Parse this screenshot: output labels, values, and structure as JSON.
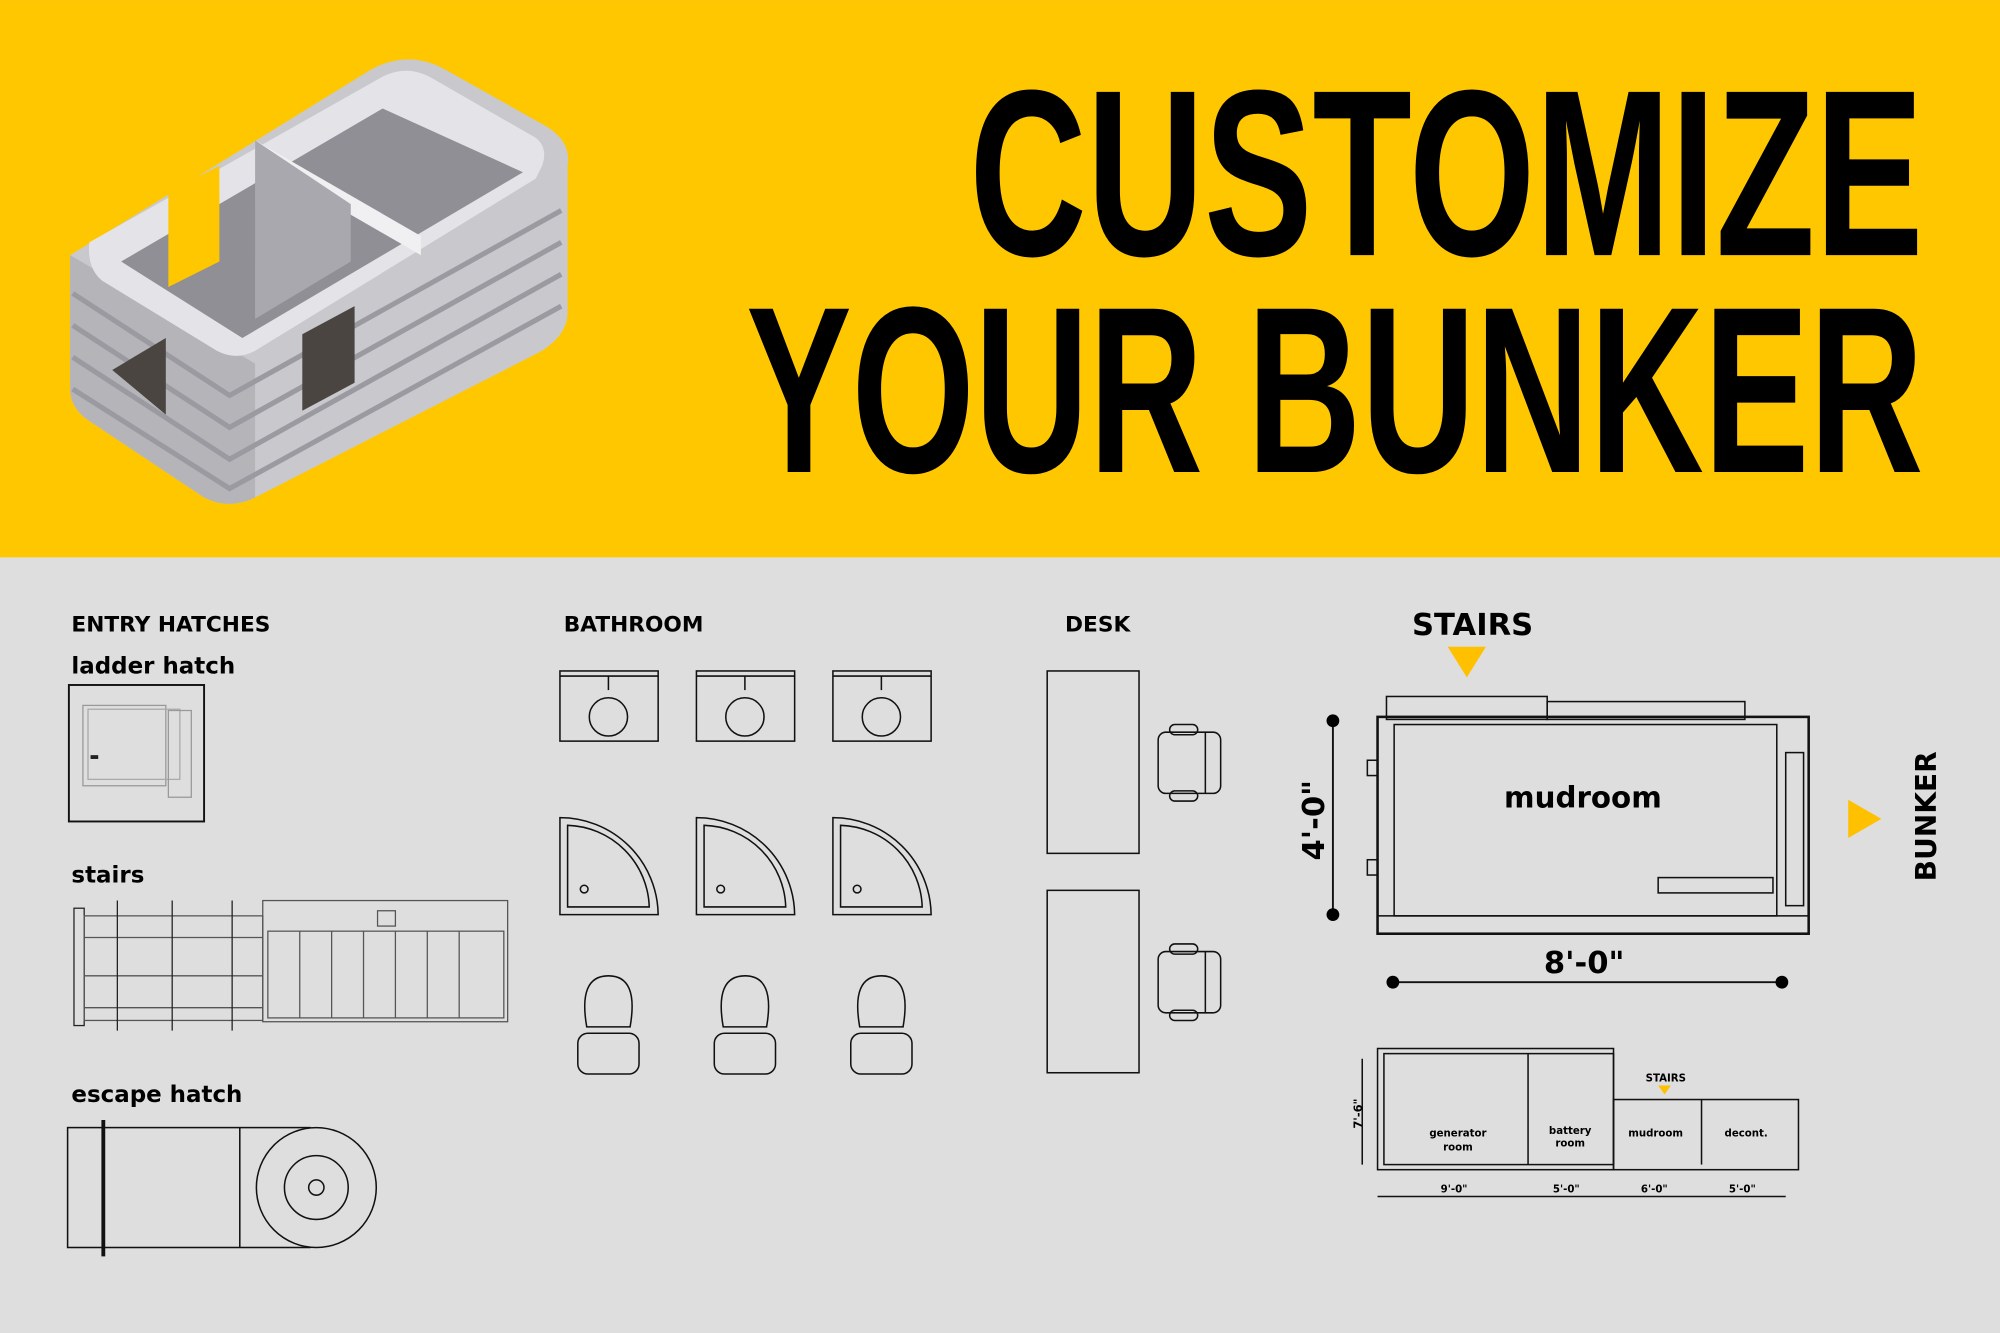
{
  "headline": {
    "line1": "CUSTOMIZE",
    "line2": "YOUR BUNKER"
  },
  "colors": {
    "banner": "#FFC700",
    "background": "#DEDEDE",
    "accent": "#FFC000"
  },
  "entry_hatches": {
    "title": "ENTRY HATCHES",
    "ladder": "ladder hatch",
    "stairs": "stairs",
    "escape": "escape hatch"
  },
  "bathroom": {
    "title": "BATHROOM"
  },
  "desk": {
    "title": "DESK"
  },
  "mudroom_plan": {
    "stairs": "STAIRS",
    "bunker": "BUNKER",
    "room": "mudroom",
    "height": "4'-0\"",
    "width": "8'-0\""
  },
  "full_plan": {
    "stairs": "STAIRS",
    "height": "7'-6\"",
    "rooms": [
      {
        "name1": "generator",
        "name2": "room",
        "width": "9'-0\""
      },
      {
        "name1": "battery",
        "name2": "room",
        "width": "5'-0\""
      },
      {
        "name1": "mudroom",
        "name2": "",
        "width": "6'-0\""
      },
      {
        "name1": "decont.",
        "name2": "",
        "width": "5'-0\""
      }
    ]
  }
}
